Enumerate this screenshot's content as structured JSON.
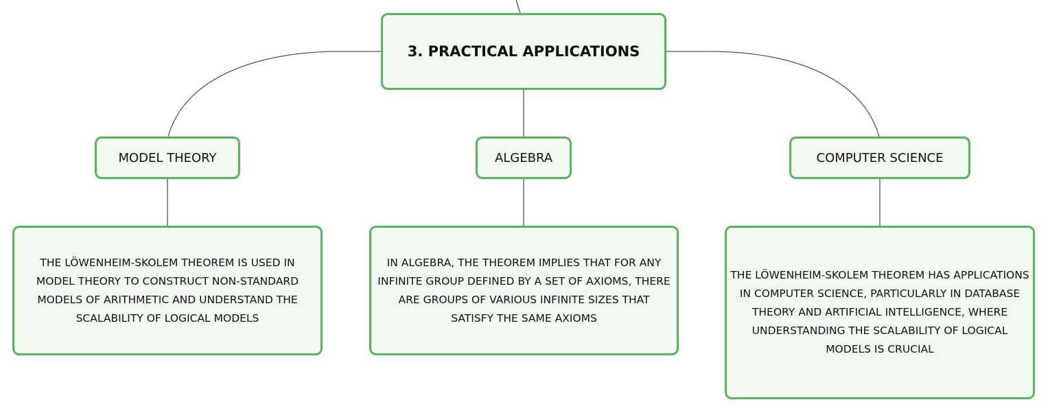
{
  "diagram": {
    "root": {
      "label": "3. PRACTICAL APPLICATIONS"
    },
    "branches": [
      {
        "label": "MODEL THEORY",
        "detail": "THE LÖWENHEIM-SKOLEM THEOREM IS USED IN MODEL THEORY TO CONSTRUCT NON-STANDARD MODELS OF ARITHMETIC AND UNDERSTAND THE SCALABILITY OF LOGICAL MODELS"
      },
      {
        "label": "ALGEBRA",
        "detail": "IN ALGEBRA, THE THEOREM IMPLIES THAT FOR ANY INFINITE GROUP DEFINED BY A SET OF AXIOMS, THERE ARE GROUPS OF VARIOUS INFINITE SIZES THAT SATISFY THE SAME AXIOMS"
      },
      {
        "label": "COMPUTER SCIENCE",
        "detail": "THE LÖWENHEIM-SKOLEM THEOREM HAS APPLICATIONS IN COMPUTER SCIENCE, PARTICULARLY IN DATABASE THEORY AND ARTIFICIAL INTELLIGENCE, WHERE UNDERSTANDING THE SCALABILITY OF LOGICAL MODELS IS CRUCIAL"
      }
    ],
    "colors": {
      "node_border": "#58b55e",
      "node_fill": "#f1f9f1",
      "connector": "#555555",
      "text": "#111111"
    }
  }
}
